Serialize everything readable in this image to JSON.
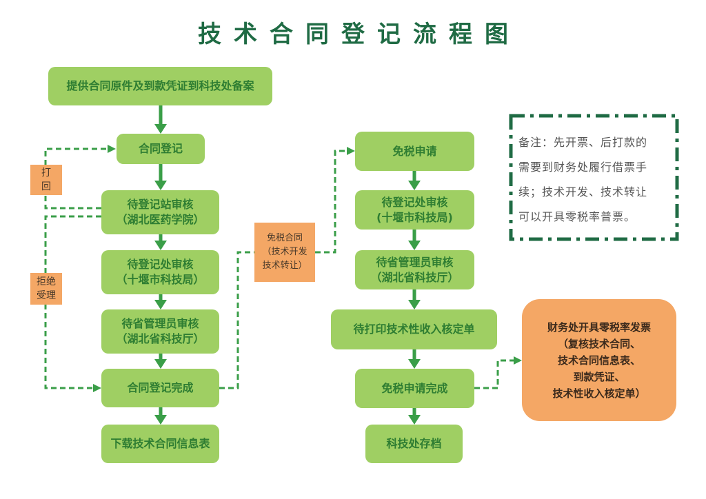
{
  "title": "技术合同登记流程图",
  "colors": {
    "title": "#1f6b44",
    "step_fill": "#9fcf63",
    "step_text": "#2e7d32",
    "arrow": "#3a9e48",
    "dashed": "#3a9e48",
    "note_border": "#1f6b44",
    "orange": "#f4a765"
  },
  "left_flow": [
    {
      "line1": "提供合同原件及到款凭证到科技处备案"
    },
    {
      "line1": "合同登记"
    },
    {
      "line1": "待登记站审核",
      "line2": "（湖北医药学院）"
    },
    {
      "line1": "待登记处审核",
      "line2": "（十堰市科技局）"
    },
    {
      "line1": "待省管理员审核",
      "line2": "（湖北省科技厅）"
    },
    {
      "line1": "合同登记完成"
    },
    {
      "line1": "下载技术合同信息表"
    }
  ],
  "right_flow": [
    {
      "line1": "免税申请"
    },
    {
      "line1": "待登记处审核",
      "line2": "(十堰市科技局)"
    },
    {
      "line1": "待省管理员审核",
      "line2": "（湖北省科技厅）"
    },
    {
      "line1": "待打印技术性收入核定单"
    },
    {
      "line1": "免税申请完成"
    },
    {
      "line1": "科技处存档"
    }
  ],
  "side_labels": {
    "return": {
      "line1": "打",
      "line2": "回"
    },
    "reject": {
      "line1": "拒绝",
      "line2": "受理"
    },
    "tax_free": {
      "line1": "免税合同",
      "line2": "（技术开发",
      "line3": "技术转让）"
    }
  },
  "finance_box": {
    "line1": "财务处开具零税率发票",
    "line2": "（复核技术合同、",
    "line3": "技术合同信息表、",
    "line4": "到款凭证、",
    "line5": "技术性收入核定单）"
  },
  "note": {
    "line1": "备注：先开票、后打款的",
    "line2": "需要到财务处履行借票手",
    "line3": "续；技术开发、技术转让",
    "line4": "可以开具零税率普票。"
  }
}
